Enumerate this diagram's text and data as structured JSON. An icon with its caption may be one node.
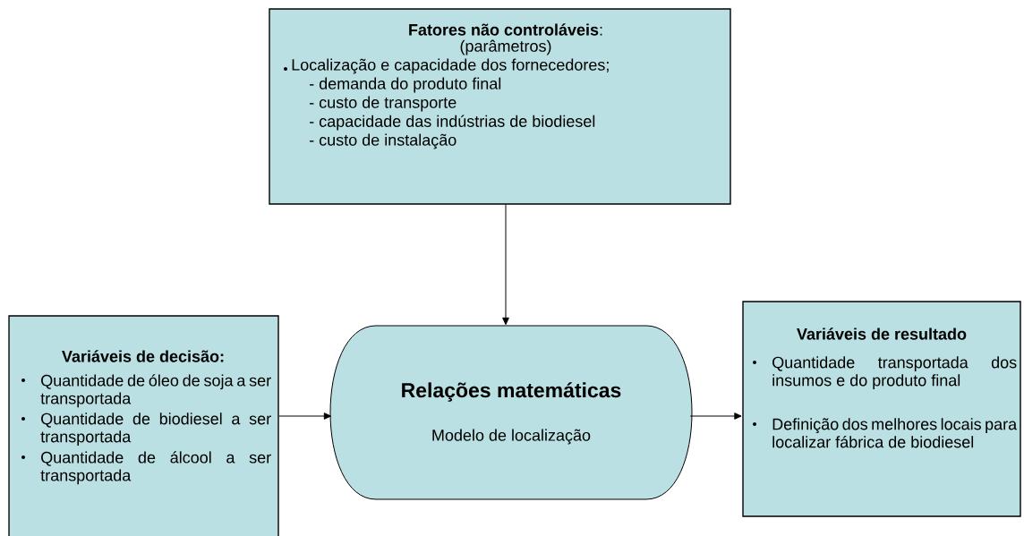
{
  "diagram": {
    "nodes": [
      {
        "text": [
          "**Fatores não controláveis**:",
          "(parâmetros)",
          "Localização e capacidade dos fornecedores;",
          "- demanda do produto final",
          "- custo de transporte",
          "- capacidade das indústrias de biodiesel",
          "- custo de instalação"
        ]
      },
      {
        "text": [
          "Variáveis de decisão:",
          "Quantidade de óleo de soja a ser transportada",
          "Quantidade de biodiesel a ser transportada",
          "Quantidade de álcool a ser transportada"
        ]
      },
      {
        "text": [
          "Relações matemáticas",
          "Modelo de localização"
        ]
      },
      {
        "text": [
          "Variáveis de resultado",
          "Quantidade transportada dos insumos e do produto final",
          "Definição dos melhores locais para localizar fábrica de biodiesel"
        ]
      }
    ],
    "edges": [
      {
        "from": 0,
        "to": 2,
        "arrow": "to"
      },
      {
        "from": 1,
        "to": 2,
        "arrow": "to"
      },
      {
        "from": 2,
        "to": 3,
        "arrow": "to"
      }
    ]
  }
}
